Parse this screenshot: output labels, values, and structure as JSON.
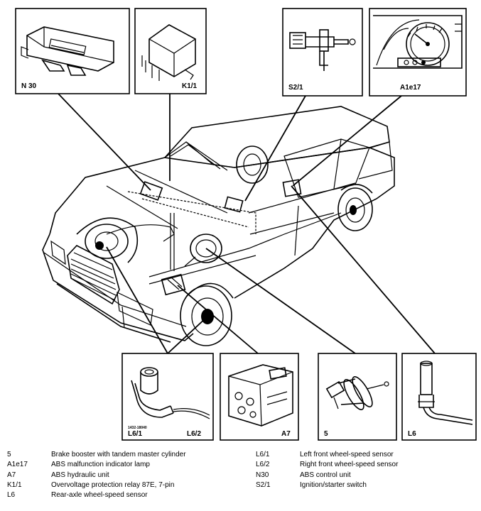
{
  "callouts": {
    "n30": "N 30",
    "k1_1": "K1/1",
    "s2_1": "S2/1",
    "a1e17": "A1e17",
    "l6_1": "L6/1",
    "l6_2": "L6/2",
    "a7": "A7",
    "n5": "5",
    "l6": "L6"
  },
  "figure_number": "1432-18040",
  "legend": [
    {
      "code": "5",
      "desc": "Brake booster with tandem master cylinder"
    },
    {
      "code": "A1e17",
      "desc": "ABS malfunction indicator lamp"
    },
    {
      "code": "A7",
      "desc": "ABS hydraulic unit"
    },
    {
      "code": "K1/1",
      "desc": "Overvoltage protection relay 87E, 7-pin"
    },
    {
      "code": "L6",
      "desc": "Rear-axle wheel-speed sensor"
    },
    {
      "code": "L6/1",
      "desc": "Left front wheel-speed sensor"
    },
    {
      "code": "L6/2",
      "desc": "Right front wheel-speed sensor"
    },
    {
      "code": "N30",
      "desc": "ABS control unit"
    },
    {
      "code": "S2/1",
      "desc": "Ignition/starter switch"
    }
  ]
}
